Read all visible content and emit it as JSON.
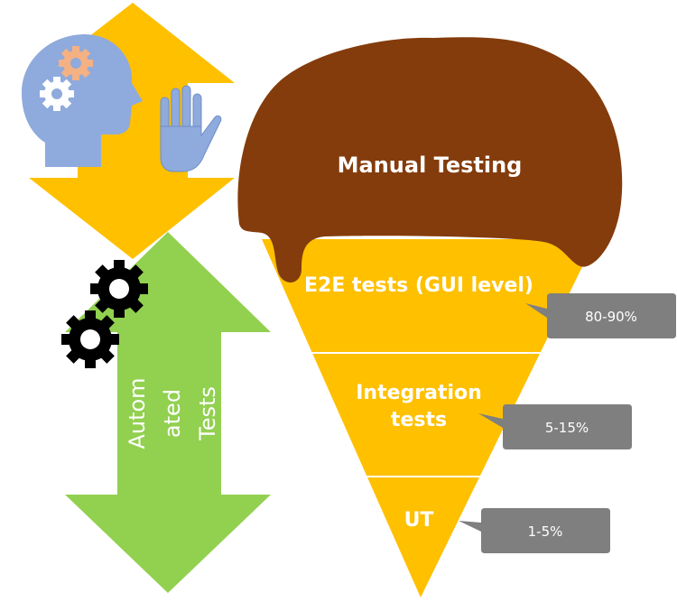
{
  "manual_arrow": {
    "icon_head": "head-with-gears-icon",
    "icon_hand": "hand-icon"
  },
  "automated_arrow": {
    "label_lines": [
      "Autom",
      "ated",
      "Tests"
    ],
    "icon": "gears-icon"
  },
  "cone": {
    "top_label": "Manual Testing",
    "layers": [
      {
        "label_lines": [
          "E2E tests (GUI level)"
        ],
        "percent": "80-90%"
      },
      {
        "label_lines": [
          "Integration",
          "tests"
        ],
        "percent": "5-15%"
      },
      {
        "label_lines": [
          "UT"
        ],
        "percent": "1-5%"
      }
    ]
  },
  "colors": {
    "cone_yellow": "#FFC000",
    "chocolate": "#843C0C",
    "arrow_green": "#92D050",
    "callout_gray": "#7F7F7F",
    "head_blue": "#8FAADC",
    "gear_orange": "#F4B183"
  }
}
